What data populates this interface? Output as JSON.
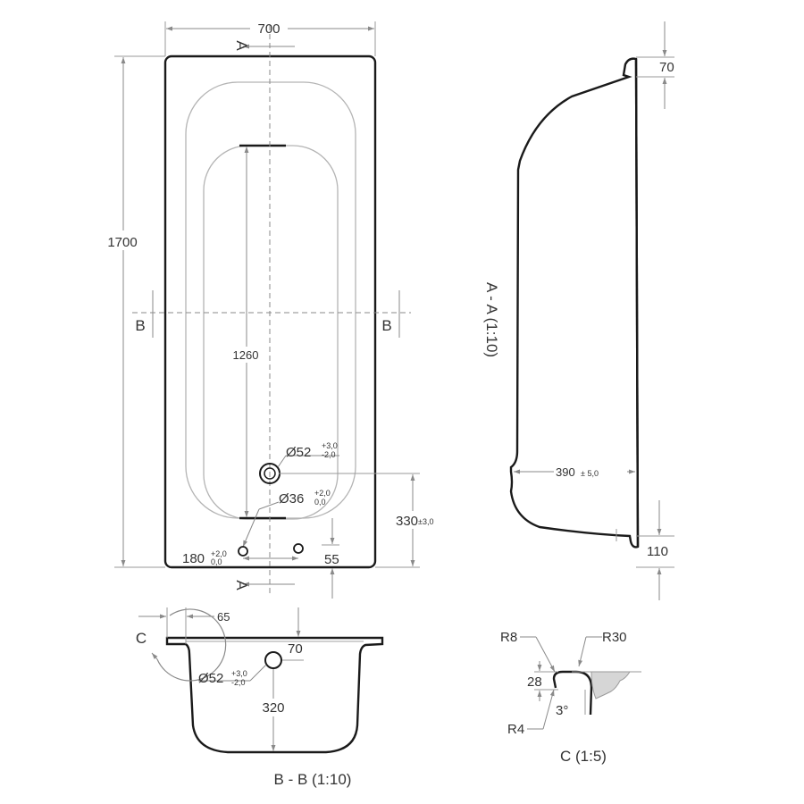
{
  "plan": {
    "width": "700",
    "length": "1700",
    "inner_length": "1260",
    "drain_diameter": "Ø52",
    "drain_tol_upper": "+3,0",
    "drain_tol_lower": "-2,0",
    "overflow_diameter": "Ø36",
    "overflow_tol_upper": "+2,0",
    "overflow_tol_lower": "0,0",
    "leg_spacing": "180",
    "leg_tol_upper": "+2,0",
    "leg_tol_lower": "0,0",
    "leg_offset": "55",
    "drain_offset": "330",
    "drain_offset_tol": "±3,0",
    "section_a": "A",
    "section_b": "B"
  },
  "section_aa": {
    "title": "A - A (1:10)",
    "rim_height": "70",
    "depth": "390",
    "depth_tol": "± 5,0",
    "base_height": "110"
  },
  "section_bb": {
    "title": "B - B (1:10)",
    "detail_letter": "C",
    "rim_width": "65",
    "drain_diameter": "Ø52",
    "drain_tol_upper": "+3,0",
    "drain_tol_lower": "-2,0",
    "drain_depth": "70",
    "depth": "320"
  },
  "detail_c": {
    "title": "C (1:5)",
    "r_outer": "R8",
    "r_large": "R30",
    "height": "28",
    "angle": "3°",
    "r_inner": "R4"
  },
  "colors": {
    "outline": "#1a1a1a",
    "dimension": "#8a8a8a",
    "inner_contour": "#b4b4b4"
  }
}
